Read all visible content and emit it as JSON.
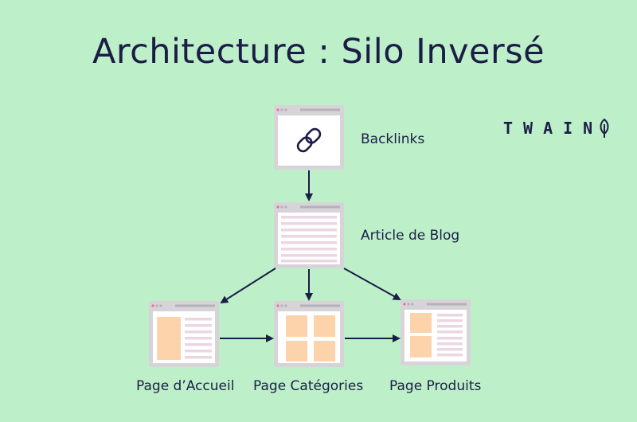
{
  "title": "Architecture : Silo Inversé",
  "brand": {
    "name": "TWAIN",
    "icon": "leaf-icon"
  },
  "nodes": {
    "backlinks": {
      "label": "Backlinks",
      "icon": "link-icon"
    },
    "blog": {
      "label": "Article de Blog"
    },
    "home": {
      "label": "Page d’Accueil"
    },
    "categories": {
      "label": "Page Catégories"
    },
    "products": {
      "label": "Page Produits"
    }
  },
  "colors": {
    "background": "#bdf0c8",
    "text": "#1c1d47",
    "window_frame": "#d7d4d9",
    "window_body": "#ffffff",
    "content_line": "#ead7e1",
    "block": "#fcd3aa",
    "dot_red": "#ee6e9a",
    "dot_grey": "#b5b1b8"
  }
}
